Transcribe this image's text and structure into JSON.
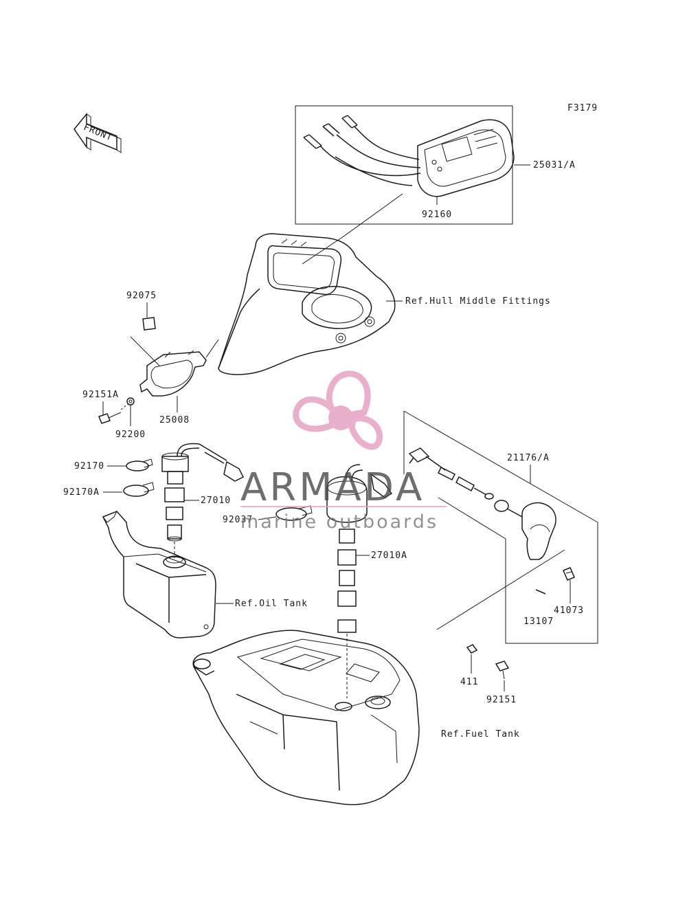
{
  "figure_code": "F3179",
  "front_arrow": "FRONT",
  "colors": {
    "line": "#1a1a1a",
    "watermark_logo": "#e6a3c4",
    "watermark_text": "#4a4a4a"
  },
  "watermark": {
    "brand": "ARMADA",
    "tagline": "marine outboards"
  },
  "parts": {
    "meter_assy": "25031/A",
    "meter_grommet": "92160",
    "hull_ref": "Ref.Hull Middle Fittings",
    "spacer_92075": "92075",
    "bracket_25008": "25008",
    "bolt_92151a": "92151A",
    "washer_92200": "92200",
    "clamp_92170": "92170",
    "clamp_92170a": "92170A",
    "sender_27010": "27010",
    "clamp_92037": "92037",
    "sender_27010a": "27010A",
    "oil_tank_ref": "Ref.Oil Tank",
    "cable_21176": "21176/A",
    "clip_41073": "41073",
    "part_13107": "13107",
    "nut_411": "411",
    "bolt_92151": "92151",
    "fuel_tank_ref": "Ref.Fuel Tank"
  }
}
